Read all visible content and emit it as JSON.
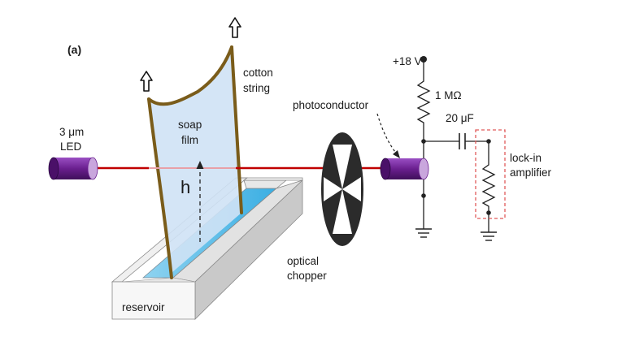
{
  "figure": {
    "panel_label": "(a)",
    "labels": {
      "led": [
        "3 μm",
        "LED"
      ],
      "soap_film": [
        "soap",
        "film"
      ],
      "cotton_string": [
        "cotton",
        "string"
      ],
      "height": "h",
      "reservoir": "reservoir",
      "optical_chopper": [
        "optical",
        "chopper"
      ],
      "photoconductor": "photoconductor",
      "supply_voltage": "+18 V",
      "resistor": "1 MΩ",
      "capacitor": "20 μF",
      "lock_in_amplifier": [
        "lock-in",
        "amplifier"
      ]
    },
    "colors": {
      "beam": "#c00000",
      "film": "#cfe2f5",
      "string": "#7a5c1a",
      "liquid": "#5fbde8",
      "led_body": "#6a1f8f",
      "chopper": "#2b2b2b",
      "dashed_box": "#e05a5a"
    }
  }
}
